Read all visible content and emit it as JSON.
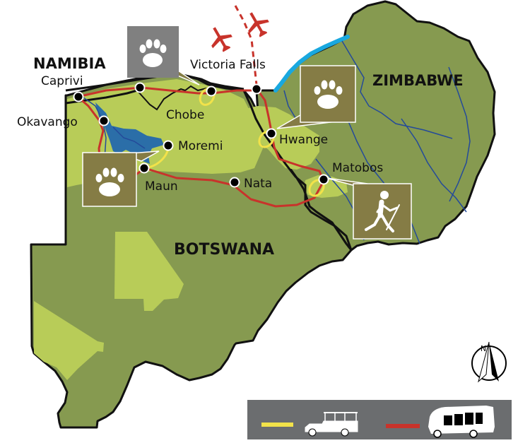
{
  "countries": [
    {
      "name": "NAMIBIA"
    },
    {
      "name": "ZIMBABWE"
    },
    {
      "name": "BOTSWANA"
    }
  ],
  "places": [
    {
      "name": "Caprivi"
    },
    {
      "name": "Okavango"
    },
    {
      "name": "Chobe"
    },
    {
      "name": "Victoria Falls"
    },
    {
      "name": "Moremi"
    },
    {
      "name": "Maun"
    },
    {
      "name": "Nata"
    },
    {
      "name": "Hwange"
    },
    {
      "name": "Matobos"
    }
  ],
  "icons": [
    {
      "type": "paw-print",
      "area": "Chobe"
    },
    {
      "type": "paw-print",
      "area": "Hwange"
    },
    {
      "type": "paw-print",
      "area": "Moremi / Okavango"
    },
    {
      "type": "hiker",
      "area": "Matobos"
    },
    {
      "type": "airplane",
      "area": "Victoria Falls"
    },
    {
      "type": "airplane",
      "area": "Victoria Falls"
    }
  ],
  "compass": {
    "label": "N"
  },
  "legend": {
    "items": [
      {
        "line_color": "#f2e24a",
        "vehicle": "open safari 4x4 vehicle"
      },
      {
        "line_color": "#c8332b",
        "vehicle": "overland safari truck"
      }
    ]
  },
  "colors": {
    "land_dark": "#869a50",
    "land_light": "#b8cc58",
    "water_blue": "#2b6ea8",
    "river_blue": "#244a9a",
    "zambezi": "#19a8df",
    "route_red": "#c8332b",
    "route_yellow": "#f2e24a",
    "icon_box": "#857c45",
    "legend_bg": "#6b6d6f"
  }
}
